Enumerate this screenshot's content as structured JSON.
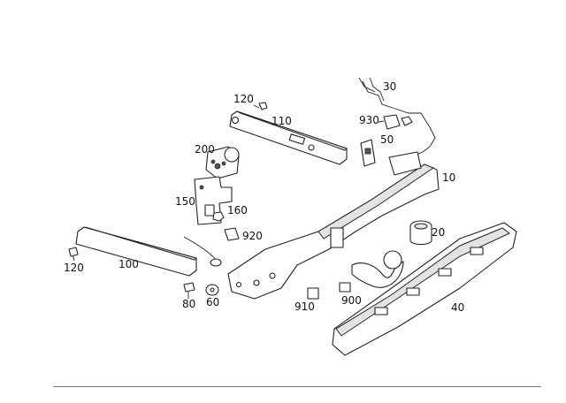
{
  "diagram": {
    "parts": [
      {
        "id": "10",
        "label": "10"
      },
      {
        "id": "20",
        "label": "20"
      },
      {
        "id": "30",
        "label": "30"
      },
      {
        "id": "40",
        "label": "40"
      },
      {
        "id": "50",
        "label": "50"
      },
      {
        "id": "60",
        "label": "60"
      },
      {
        "id": "80",
        "label": "80"
      },
      {
        "id": "100",
        "label": "100"
      },
      {
        "id": "110",
        "label": "110"
      },
      {
        "id": "120a",
        "label": "120"
      },
      {
        "id": "120b",
        "label": "120"
      },
      {
        "id": "150",
        "label": "150"
      },
      {
        "id": "160",
        "label": "160"
      },
      {
        "id": "200",
        "label": "200"
      },
      {
        "id": "900",
        "label": "900"
      },
      {
        "id": "910",
        "label": "910"
      },
      {
        "id": "920",
        "label": "920"
      },
      {
        "id": "930",
        "label": "930"
      }
    ]
  }
}
